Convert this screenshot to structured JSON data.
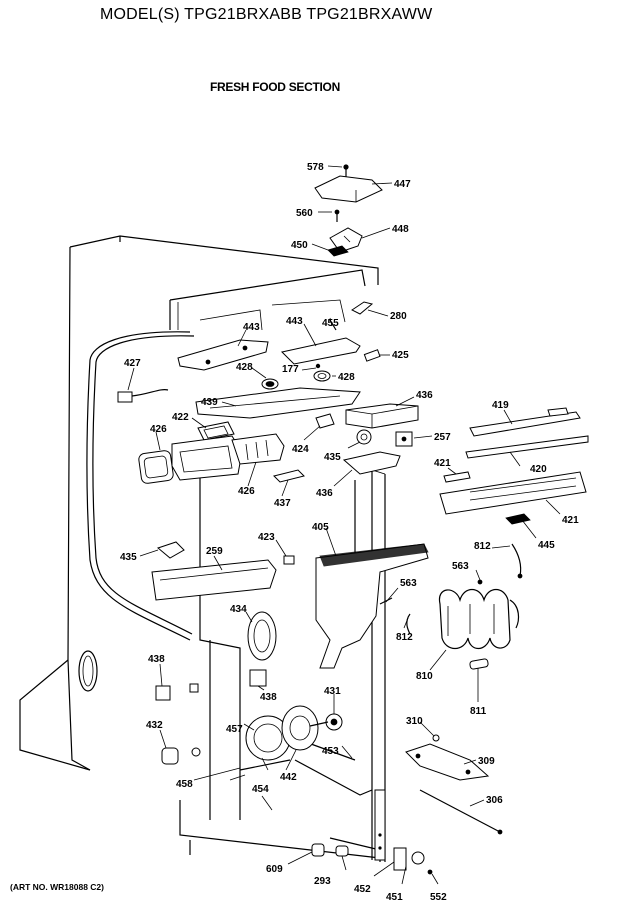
{
  "header": {
    "title": "MODEL(S) TPG21BRXABB  TPG21BRXAWW",
    "section": "FRESH FOOD SECTION"
  },
  "footer": {
    "art_number": "(ART NO. WR18088 C2)"
  },
  "parts": [
    {
      "num": "578"
    },
    {
      "num": "447"
    },
    {
      "num": "560"
    },
    {
      "num": "448"
    },
    {
      "num": "450"
    },
    {
      "num": "443"
    },
    {
      "num": "443"
    },
    {
      "num": "455"
    },
    {
      "num": "280"
    },
    {
      "num": "425"
    },
    {
      "num": "427"
    },
    {
      "num": "428"
    },
    {
      "num": "177"
    },
    {
      "num": "428"
    },
    {
      "num": "436"
    },
    {
      "num": "439"
    },
    {
      "num": "422"
    },
    {
      "num": "426"
    },
    {
      "num": "424"
    },
    {
      "num": "257"
    },
    {
      "num": "419"
    },
    {
      "num": "435"
    },
    {
      "num": "426"
    },
    {
      "num": "437"
    },
    {
      "num": "436"
    },
    {
      "num": "421"
    },
    {
      "num": "420"
    },
    {
      "num": "421"
    },
    {
      "num": "405"
    },
    {
      "num": "445"
    },
    {
      "num": "812"
    },
    {
      "num": "435"
    },
    {
      "num": "259"
    },
    {
      "num": "423"
    },
    {
      "num": "563"
    },
    {
      "num": "563"
    },
    {
      "num": "434"
    },
    {
      "num": "812"
    },
    {
      "num": "810"
    },
    {
      "num": "438"
    },
    {
      "num": "438"
    },
    {
      "num": "431"
    },
    {
      "num": "811"
    },
    {
      "num": "457"
    },
    {
      "num": "310"
    },
    {
      "num": "432"
    },
    {
      "num": "453"
    },
    {
      "num": "309"
    },
    {
      "num": "442"
    },
    {
      "num": "458"
    },
    {
      "num": "454"
    },
    {
      "num": "306"
    },
    {
      "num": "609"
    },
    {
      "num": "293"
    },
    {
      "num": "452"
    },
    {
      "num": "451"
    },
    {
      "num": "552"
    }
  ]
}
